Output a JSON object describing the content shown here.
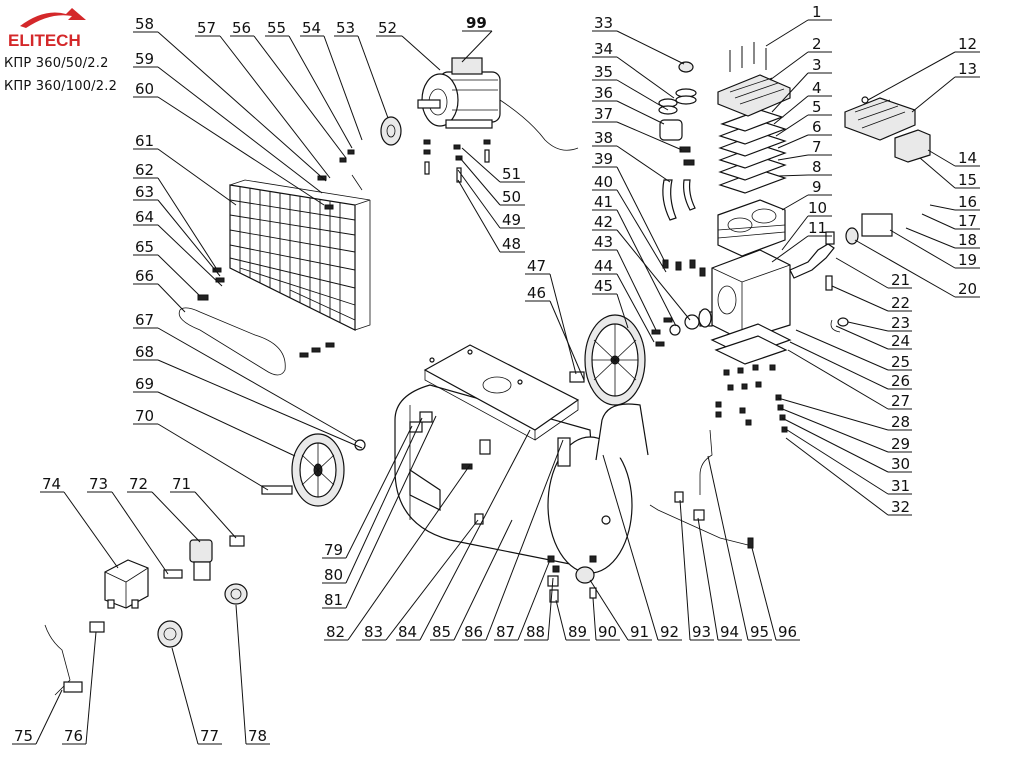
{
  "brand": {
    "logo_text": "ELITECH",
    "logo_color": "#d4282a"
  },
  "models": [
    "КПР 360/50/2.2",
    "КПР 360/100/2.2"
  ],
  "labels": {
    "c1": "1",
    "c2": "2",
    "c3": "3",
    "c4": "4",
    "c5": "5",
    "c6": "6",
    "c7": "7",
    "c8": "8",
    "c9": "9",
    "c10": "10",
    "c11": "11",
    "c12": "12",
    "c13": "13",
    "c14": "14",
    "c15": "15",
    "c16": "16",
    "c17": "17",
    "c18": "18",
    "c19": "19",
    "c20": "20",
    "c21": "21",
    "c22": "22",
    "c23": "23",
    "c24": "24",
    "c25": "25",
    "c26": "26",
    "c27": "27",
    "c28": "28",
    "c29": "29",
    "c30": "30",
    "c31": "31",
    "c32": "32",
    "c33": "33",
    "c34": "34",
    "c35": "35",
    "c36": "36",
    "c37": "37",
    "c38": "38",
    "c39": "39",
    "c40": "40",
    "c41": "41",
    "c42": "42",
    "c43": "43",
    "c44": "44",
    "c45": "45",
    "c46": "46",
    "c47": "47",
    "c48": "48",
    "c49": "49",
    "c50": "50",
    "c51": "51",
    "c52": "52",
    "c53": "53",
    "c54": "54",
    "c55": "55",
    "c56": "56",
    "c57": "57",
    "c58": "58",
    "c59": "59",
    "c60": "60",
    "c61": "61",
    "c62": "62",
    "c63": "63",
    "c64": "64",
    "c65": "65",
    "c66": "66",
    "c67": "67",
    "c68": "68",
    "c69": "69",
    "c70": "70",
    "c71": "71",
    "c72": "72",
    "c73": "73",
    "c74": "74",
    "c75": "75",
    "c76": "76",
    "c77": "77",
    "c78": "78",
    "c79": "79",
    "c80": "80",
    "c81": "81",
    "c82": "82",
    "c83": "83",
    "c84": "84",
    "c85": "85",
    "c86": "86",
    "c87": "87",
    "c88": "88",
    "c89": "89",
    "c90": "90",
    "c91": "91",
    "c92": "92",
    "c93": "93",
    "c94": "94",
    "c95": "95",
    "c96": "96",
    "c99": "99"
  }
}
